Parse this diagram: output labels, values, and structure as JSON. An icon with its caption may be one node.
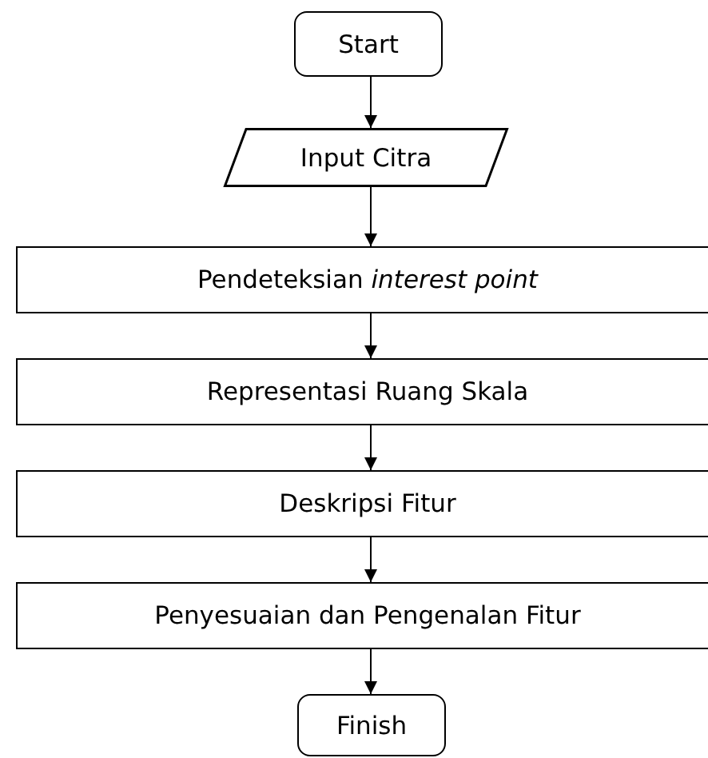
{
  "diagram": {
    "nodes": [
      {
        "text": [
          "Start"
        ]
      },
      {
        "text": [
          "Input Citra"
        ]
      },
      {
        "text": [
          "Pendeteksian *interest point*"
        ]
      },
      {
        "text": [
          "Representasi Ruang Skala"
        ]
      },
      {
        "text": [
          "Deskripsi Fitur"
        ]
      },
      {
        "text": [
          "Penyesuaian dan Pengenalan Fitur"
        ]
      },
      {
        "text": [
          "Finish"
        ]
      }
    ],
    "edges": [
      {
        "from": 0,
        "to": 1,
        "arrow": "to"
      },
      {
        "from": 1,
        "to": 2,
        "arrow": "to"
      },
      {
        "from": 2,
        "to": 3,
        "arrow": "to"
      },
      {
        "from": 3,
        "to": 4,
        "arrow": "to"
      },
      {
        "from": 4,
        "to": 5,
        "arrow": "to"
      },
      {
        "from": 5,
        "to": 6,
        "arrow": "to"
      }
    ]
  }
}
